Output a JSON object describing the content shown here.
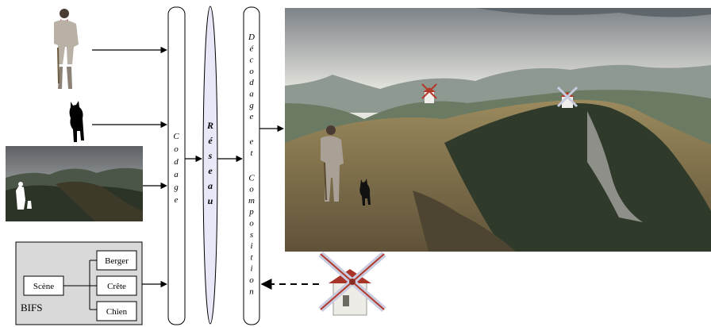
{
  "coding_label": "Codage",
  "network_label": "Réseau",
  "decoding_label": "Décodage et Composition",
  "bifs": {
    "title": "BIFS",
    "root": "Scène",
    "group": "Crête",
    "children": [
      "Berger",
      "Chien"
    ]
  },
  "colors": {
    "network_fill": "#e8e8f8",
    "bifs_panel": "#d9d9d9",
    "sky_top": "#f4f3ef",
    "mountains": "#6b7a63",
    "grass": "#8a7a52",
    "windmill_red": "#b33a2a"
  },
  "icons": [
    "shepherd-image",
    "dog-silhouette",
    "landscape-mask-image",
    "windmill-image",
    "composited-scene-image"
  ]
}
